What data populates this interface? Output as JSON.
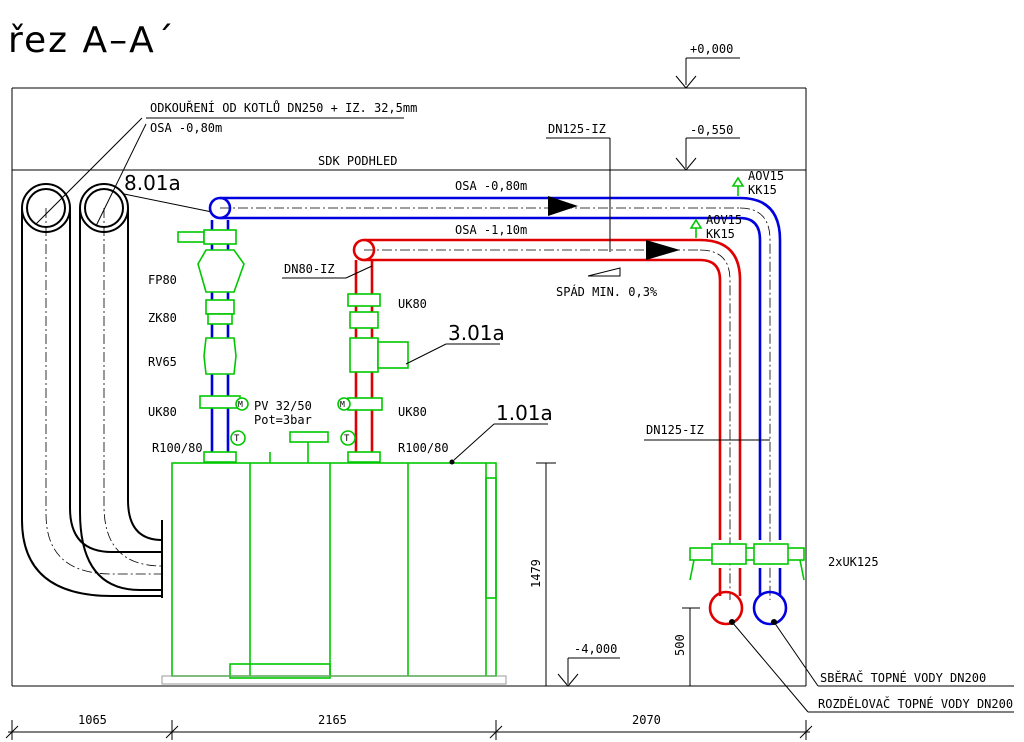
{
  "title": "řez A–A´",
  "levels": {
    "top": "+0,000",
    "ceiling": "-0,550",
    "floor": "-4,000"
  },
  "labels": {
    "flue": "ODKOUŘENÍ OD KOTLŮ DN250 + IZ. 32,5mm",
    "flue_axis": "OSA -0,80m",
    "ceiling": "SDK PODHLED",
    "pipe_top": "DN125-IZ",
    "osa_blue": "OSA -0,80m",
    "osa_red": "OSA -1,10m",
    "slope": "SPÁD MIN. 0,3%",
    "dn80": "DN80-IZ",
    "dn125_right": "DN125-IZ",
    "aov1": "AOV15",
    "kk1": "KK15",
    "aov2": "AOV15",
    "kk2": "KK15",
    "fp80": "FP80",
    "zk80": "ZK80",
    "rv65": "RV65",
    "uk80_left": "UK80",
    "uk80_right_top": "UK80",
    "uk80_right": "UK80",
    "r100_left": "R100/80",
    "r100_right": "R100/80",
    "pv": "PV 32/50",
    "pot": "Pot=3bar",
    "uk125": "2xUK125",
    "collector": "SBĚRAČ TOPNÉ VODY DN200",
    "distributor": "ROZDĚLOVAČ TOPNÉ VODY DN200"
  },
  "refs": {
    "ref_801a": "8.01a",
    "ref_301a": "3.01a",
    "ref_101a": "1.01a"
  },
  "dimensions": {
    "d1": "1065",
    "d2": "2165",
    "d3": "2070",
    "height": "1479",
    "h500": "500"
  },
  "colors": {
    "supply": "#e00000",
    "return": "#0000e0",
    "equipment": "#00c800",
    "lines": "#000000"
  }
}
